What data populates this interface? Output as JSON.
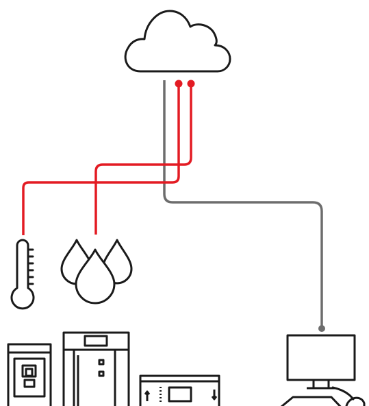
{
  "colors": {
    "background": "#ffffff",
    "outline": "#1a1a1a",
    "sensor_link": "#e31b23",
    "data_link": "#6d6d6d"
  },
  "icons": [
    "cloud-icon",
    "thermometer-icon",
    "water-drops-icon",
    "coffee-machine-icon",
    "vending-cabinet-icon",
    "control-panel-icon",
    "computer-monitor-icon",
    "keyboard-icon",
    "computer-mouse-icon"
  ],
  "connections": [
    {
      "from": "cloud-icon",
      "to": "thermometer-icon",
      "type": "sensor_link"
    },
    {
      "from": "cloud-icon",
      "to": "water-drops-icon",
      "type": "sensor_link"
    },
    {
      "from": "cloud-icon",
      "to": "computer-monitor-icon",
      "type": "data_link"
    }
  ]
}
